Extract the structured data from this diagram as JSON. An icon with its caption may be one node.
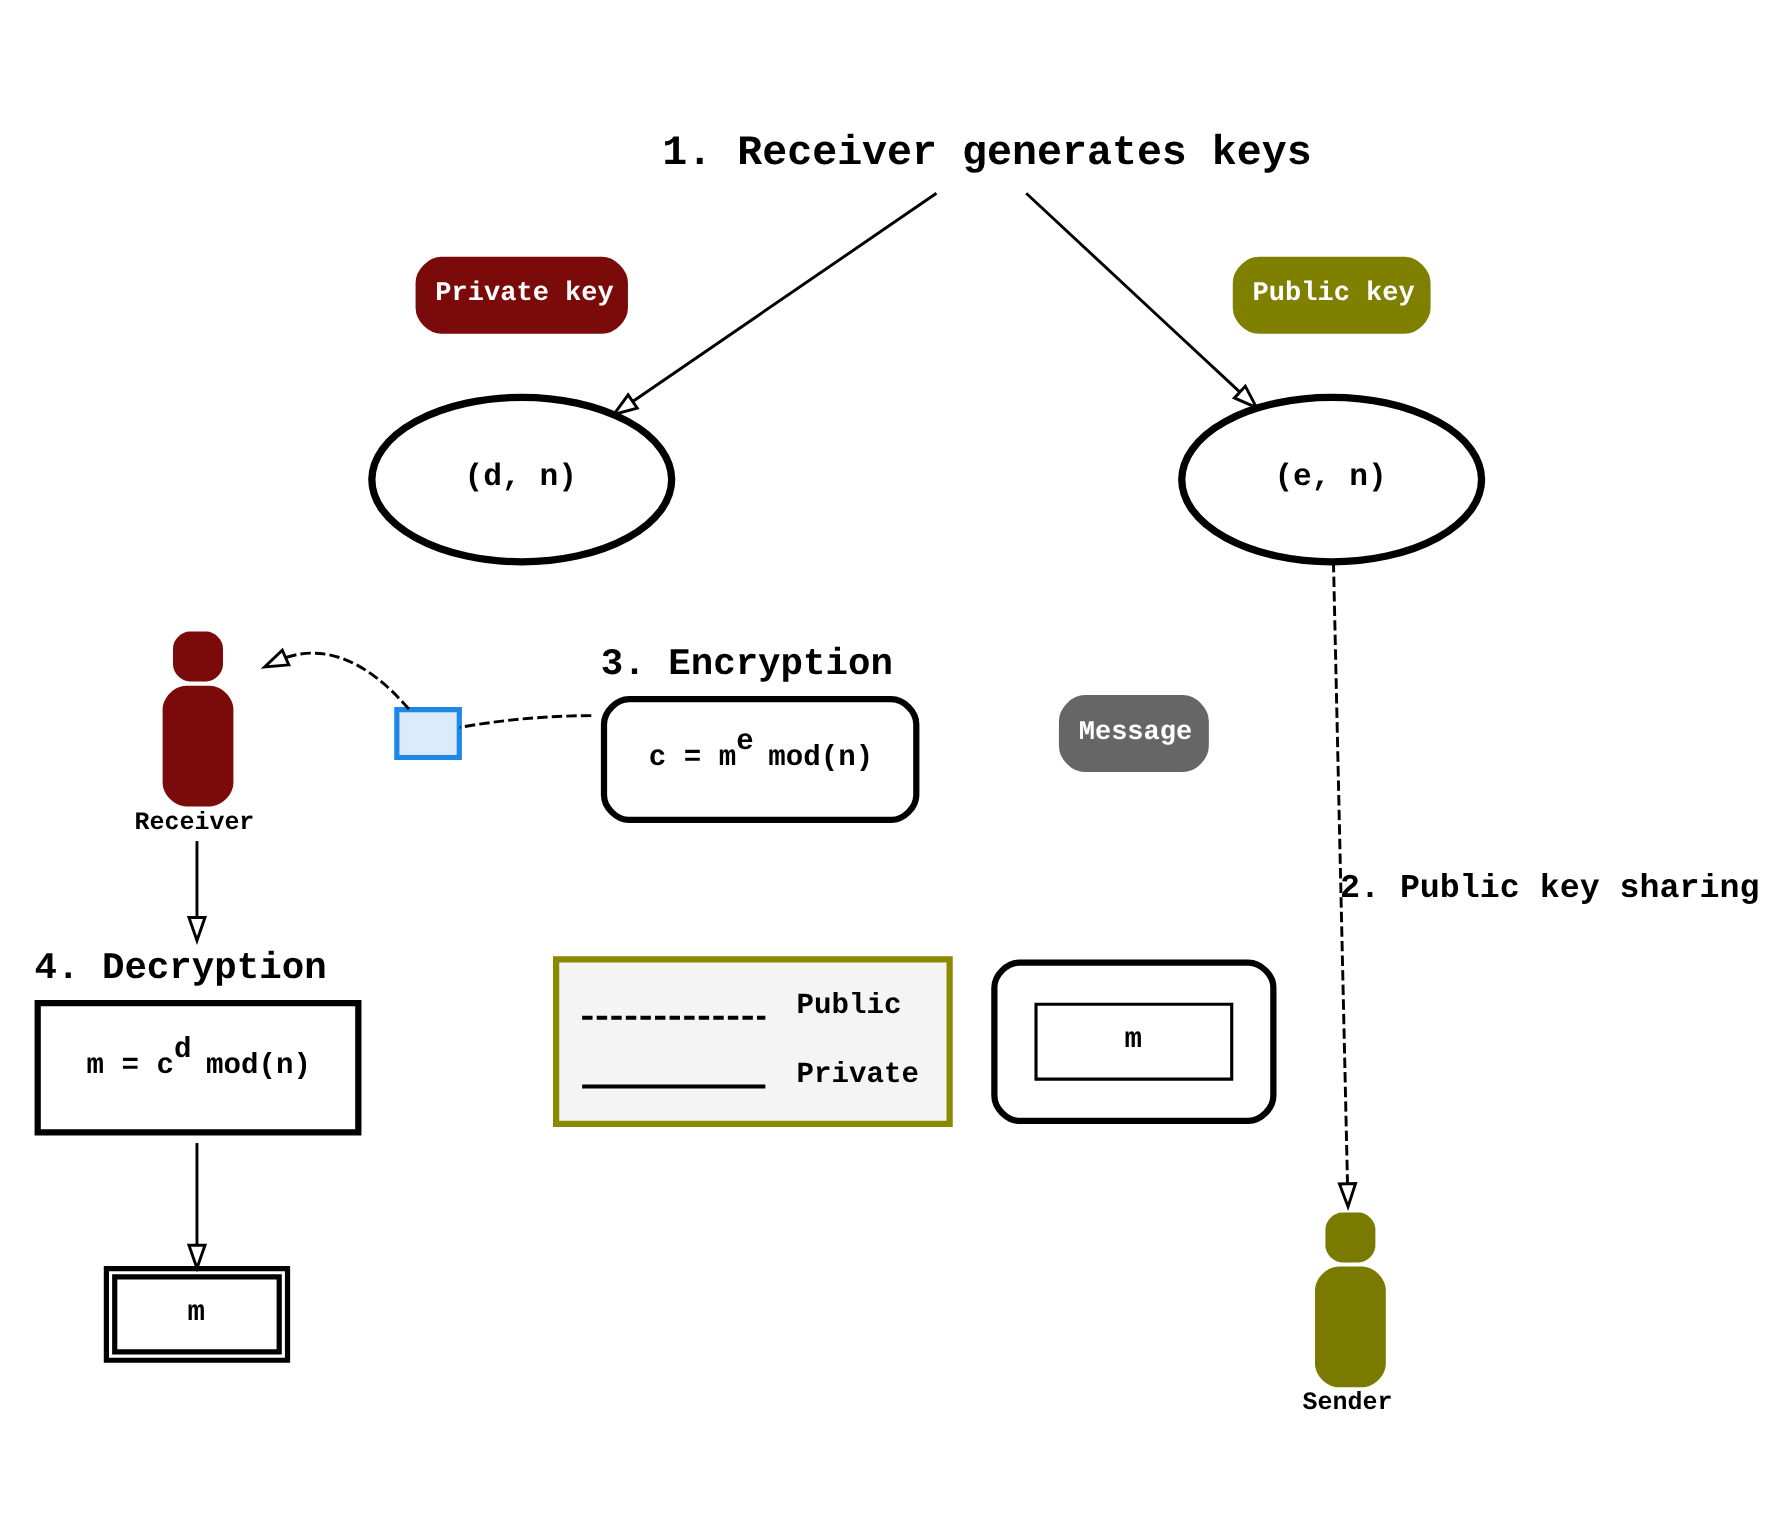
{
  "diagram": {
    "nodes": [
      {
        "text": [
          "1. Receiver generates keys"
        ]
      },
      {
        "text": [
          "Private key"
        ]
      },
      {
        "text": [
          "(d, n)"
        ]
      },
      {
        "text": [
          "Public key"
        ]
      },
      {
        "text": [
          "(e, n)"
        ]
      },
      {
        "text": [
          "Receiver"
        ]
      },
      {
        "text": [],
        "shape": "box"
      },
      {
        "text": [
          "3. Encryption",
          "c = m$^{e}$ mod(n)"
        ]
      },
      {
        "text": [
          "Message"
        ]
      },
      {
        "text": [],
        "shape": "cloud"
      },
      {
        "text": [
          "m"
        ],
        "in": 9
      },
      {
        "text": [
          "4. Decryption",
          "m = c$^{d}$ mod(n)"
        ]
      },
      {
        "text": [
          "Sender"
        ]
      },
      {
        "text": [
          "m"
        ]
      }
    ],
    "edges": [
      {
        "from": 0,
        "to": 2,
        "arrow": "to"
      },
      {
        "from": 0,
        "to": 4,
        "arrow": "to"
      },
      {
        "from": 4,
        "to": 12,
        "arrow": "to",
        "style": "dashed",
        "label": "2. Public key sharing"
      },
      {
        "from": 7,
        "to": 6,
        "arrow": "none",
        "style": "dashed"
      },
      {
        "from": 6,
        "to": 5,
        "arrow": "to",
        "style": "dashed"
      },
      {
        "from": 5,
        "to": 11,
        "arrow": "to"
      },
      {
        "from": 11,
        "to": 13,
        "arrow": "to"
      }
    ],
    "legend": [
      {
        "text": "Public"
      },
      {
        "text": "Private"
      }
    ]
  }
}
